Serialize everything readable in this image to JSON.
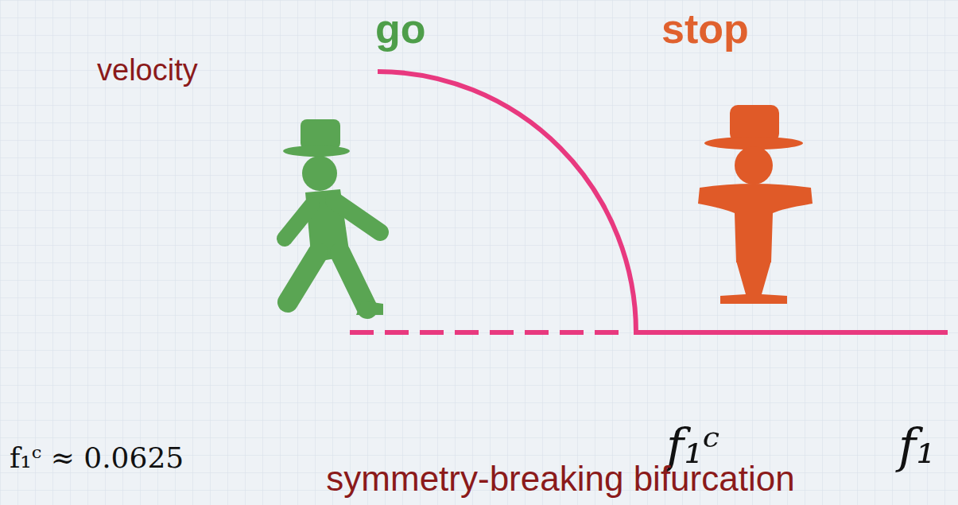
{
  "diagram": {
    "labels": [
      "velocity",
      "go",
      "stop",
      "f₁ᶜ ≈ 0.0625",
      "f₁ᶜ",
      "f₁",
      "symmetry-breaking bifurcation"
    ]
  }
}
